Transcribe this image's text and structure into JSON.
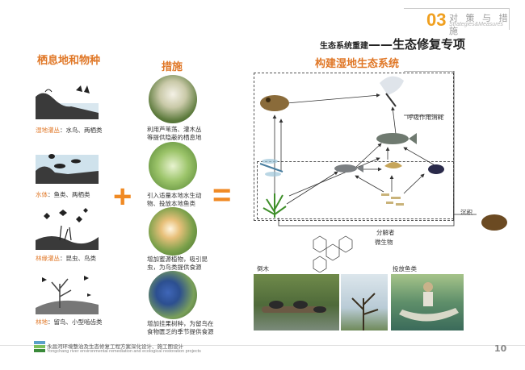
{
  "header": {
    "number": "03",
    "title_cn": "对 策 与 措 施",
    "title_en": "Strategies&Measures"
  },
  "page_title": {
    "prefix": "生态系统重建",
    "dash": "——",
    "main": "生态修复专项"
  },
  "columns": {
    "habitat": "栖息地和物种",
    "measures": "措施",
    "system": "构建湿地生态系统"
  },
  "habitats": [
    {
      "name": "湿地灌丛",
      "desc": "：水鸟、两栖类"
    },
    {
      "name": "水体",
      "desc": "：鱼类、两栖类"
    },
    {
      "name": "林缘灌丛",
      "desc": "：昆虫、鸟类"
    },
    {
      "name": "林地",
      "desc": "：留鸟、小型啮齿类"
    }
  ],
  "measures": [
    {
      "line1": "利用芦苇荡、灌木丛",
      "line2": "等提供隐蔽的栖息地"
    },
    {
      "line1": "引入适量本地水生动",
      "line2": "物、投放本地鱼类"
    },
    {
      "line1": "增加蜜源植物，吸引昆",
      "line2": "虫，为鸟类提供食源"
    },
    {
      "line1": "增加挂果树种，为留鸟在",
      "line2": "食物匮乏的季节提供食源"
    }
  ],
  "symbols": {
    "plus": "+",
    "equals": "="
  },
  "diagram": {
    "respiration": "呼吸作用消耗",
    "sediment": "沉积",
    "decomposer_1": "分解者",
    "decomposer_2": "微生物"
  },
  "photos": {
    "fallen_wood": "倒木",
    "fish_release": "投放鱼类"
  },
  "footer": {
    "cn": "永昌河环境整治及生态修复工程方案深化设计、施工图设计",
    "en": "Yongchang river environmental remediation and ecological restoration projects"
  },
  "page_number": "10",
  "colors": {
    "accent": "#e07828",
    "header_num": "#f0a020"
  }
}
